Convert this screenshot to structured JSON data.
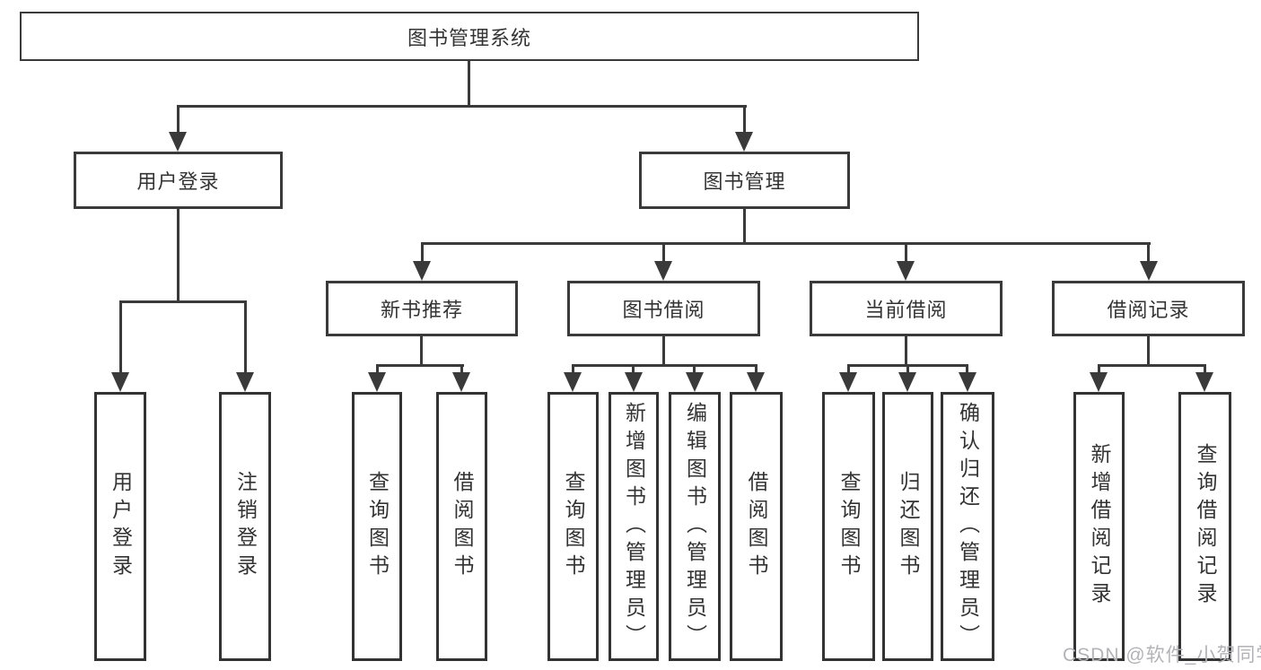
{
  "diagram": {
    "title": "图书管理系统",
    "level2": {
      "user_login": "用户登录",
      "book_mgmt": "图书管理"
    },
    "level3": {
      "new_books": "新书推荐",
      "book_borrow": "图书借阅",
      "current_borrow": "当前借阅",
      "borrow_records": "借阅记录"
    },
    "leaves": {
      "user_login": [
        "用户登录",
        "注销登录"
      ],
      "new_books": [
        "查询图书",
        "借阅图书"
      ],
      "book_borrow": [
        "查询图书",
        "新增图书（管理员）",
        "编辑图书（管理员）",
        "借阅图书"
      ],
      "current_borrow": [
        "查询图书",
        "归还图书",
        "确认归还（管理员）"
      ],
      "borrow_records": [
        "新增借阅记录",
        "查询借阅记录"
      ]
    },
    "colors": {
      "line": "#3a3a3a",
      "text": "#333333",
      "watermark_text": "#b3b3b7",
      "background": "#ffffff"
    }
  },
  "watermark": "CSDN @软件_小贺同学"
}
